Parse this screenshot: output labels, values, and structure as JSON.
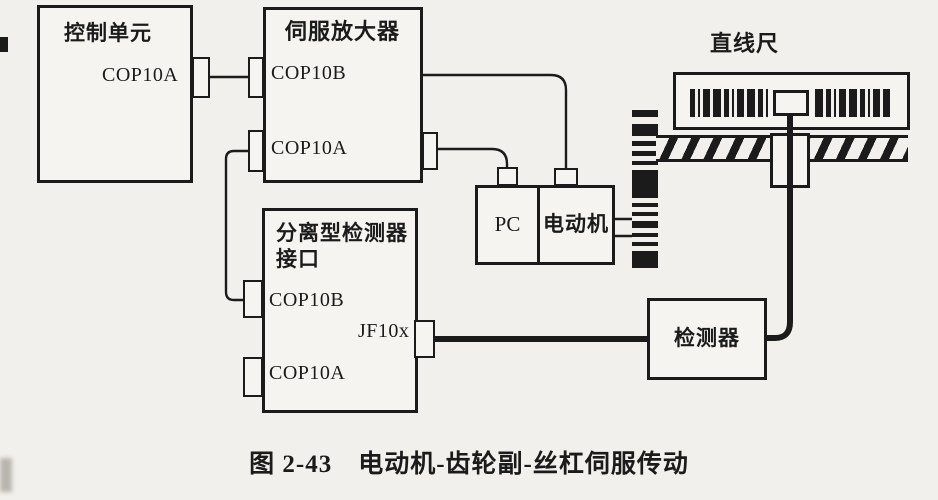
{
  "caption": "图 2-43　电动机-齿轮副-丝杠伺服传动",
  "control_unit": {
    "title": "控制单元",
    "port": "COP10A"
  },
  "servo_amplifier": {
    "title": "伺服放大器",
    "port_top": "COP10B",
    "port_bottom": "COP10A"
  },
  "detector_interface": {
    "title_line1": "分离型检测器",
    "title_line2": "接口",
    "port_top": "COP10B",
    "port_out": "JF10x",
    "port_bottom": "COP10A"
  },
  "pc": {
    "label": "PC"
  },
  "motor": {
    "label": "电动机"
  },
  "detector": {
    "label": "检测器"
  },
  "linear_scale": {
    "label": "直线尺"
  },
  "colors": {
    "ink": "#1b1b1b",
    "paper": "#f2f0ec",
    "box_fill": "#f5f4f0"
  }
}
